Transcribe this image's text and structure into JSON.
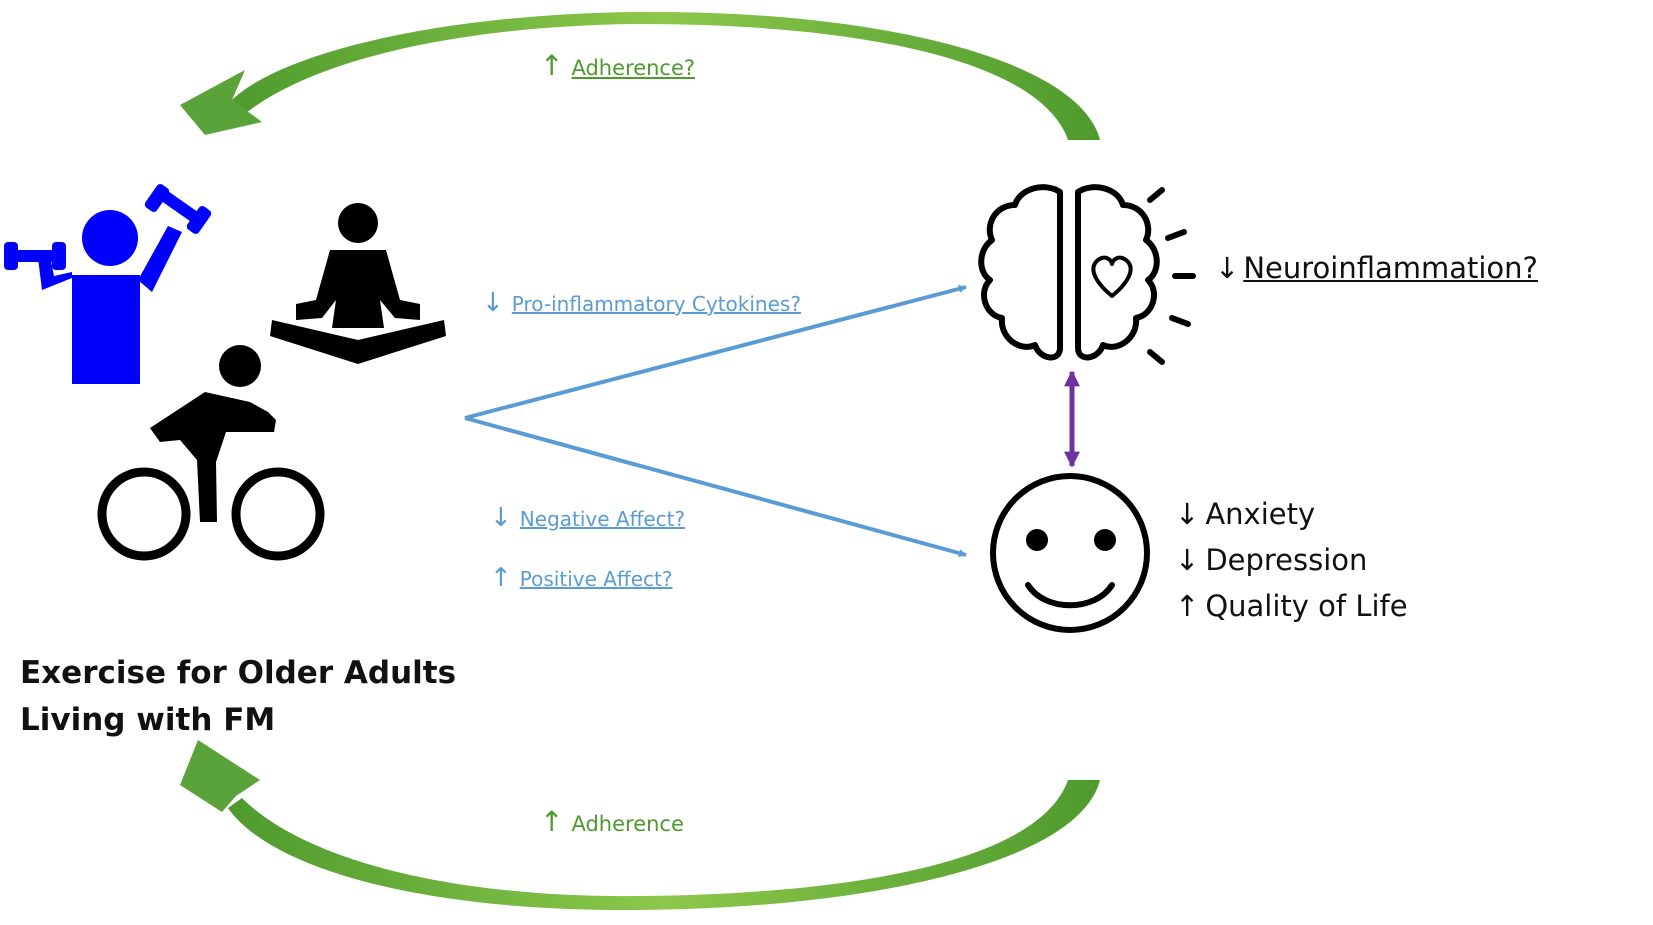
{
  "title": {
    "line1": "Exercise for Older Adults",
    "line2": "Living with FM"
  },
  "labels": {
    "adherence_top": {
      "arrow": "↑",
      "text": "Adherence?"
    },
    "adherence_bottom": {
      "arrow": "↑",
      "text": "Adherence"
    },
    "cytokines": {
      "arrow": "↓",
      "text": "Pro-inflammatory  Cytokines?"
    },
    "negative_affect": {
      "arrow": "↓",
      "text": "Negative Affect?"
    },
    "positive_affect": {
      "arrow": "↑",
      "text": "Positive Affect?"
    },
    "neuroinflammation": {
      "arrow": "↓",
      "text": "Neuroinflammation?"
    },
    "anxiety": {
      "arrow": "↓",
      "text": "Anxiety"
    },
    "depression": {
      "arrow": "↓",
      "text": "Depression"
    },
    "quality_of_life": {
      "arrow": "↑",
      "text": "Quality of Life"
    }
  },
  "icons": [
    "dumbbell-exercise-icon",
    "meditation-icon",
    "cycling-icon",
    "brain-heart-icon",
    "smiley-face-icon"
  ],
  "colors": {
    "feedback_arrows": "#5aa23a",
    "pathway_arrows": "#5b9bd5",
    "bidirectional_arrow": "#7030a0",
    "strength_figure": "#0000ff",
    "figures": "#000000"
  }
}
